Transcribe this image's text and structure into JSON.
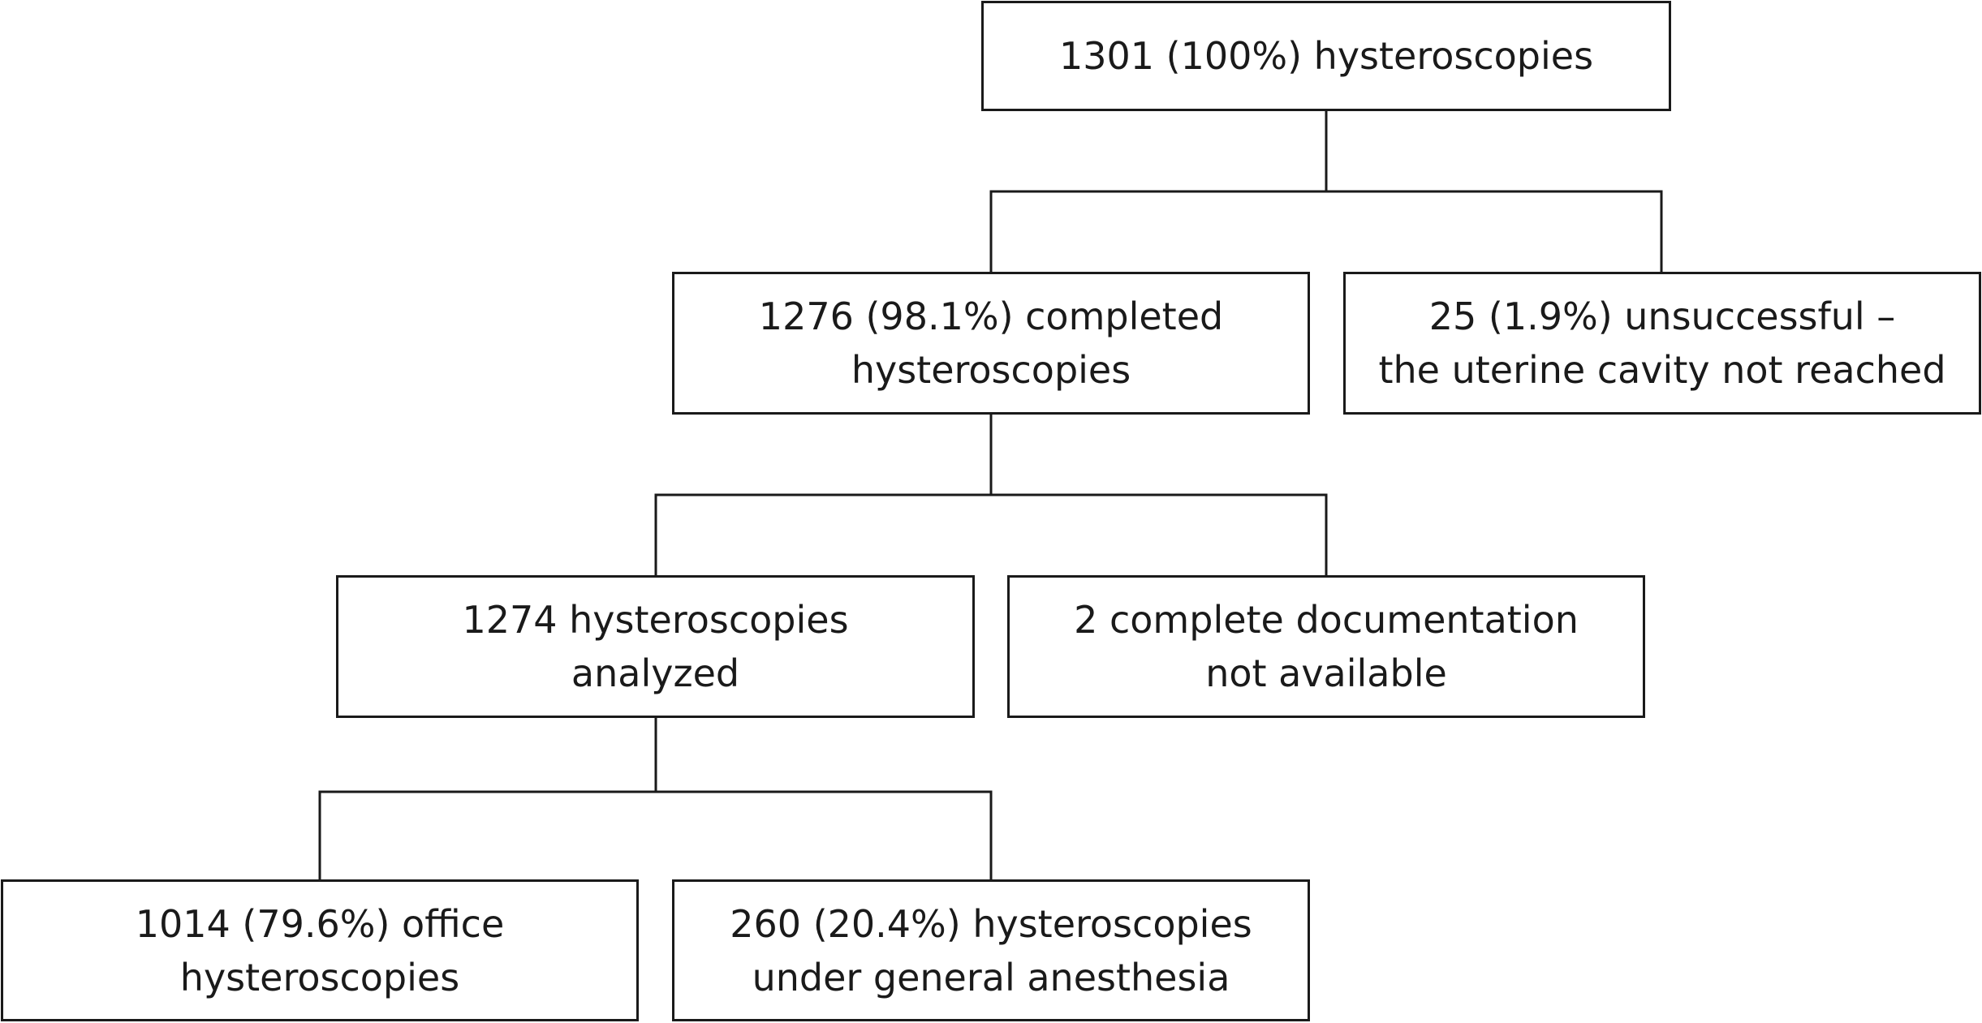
{
  "nodes": {
    "root": {
      "lines": [
        "1301 (100%) hysteroscopies"
      ]
    },
    "completed": {
      "lines": [
        "1276 (98.1%) completed",
        "hysteroscopies"
      ]
    },
    "unsuccessful": {
      "lines": [
        "25 (1.9%) unsuccessful –",
        "the uterine cavity not reached"
      ]
    },
    "analyzed": {
      "lines": [
        "1274 hysteroscopies",
        "analyzed"
      ]
    },
    "no_documentation": {
      "lines": [
        "2 complete documentation",
        "not available"
      ]
    },
    "office": {
      "lines": [
        "1014 (79.6%) office",
        "hysteroscopies"
      ]
    },
    "general_anesthesia": {
      "lines": [
        "260 (20.4%) hysteroscopies",
        "under general anesthesia"
      ]
    }
  },
  "edges": [
    {
      "from": "root",
      "to": "completed"
    },
    {
      "from": "root",
      "to": "unsuccessful"
    },
    {
      "from": "completed",
      "to": "analyzed"
    },
    {
      "from": "completed",
      "to": "no_documentation"
    },
    {
      "from": "analyzed",
      "to": "office"
    },
    {
      "from": "analyzed",
      "to": "general_anesthesia"
    }
  ]
}
